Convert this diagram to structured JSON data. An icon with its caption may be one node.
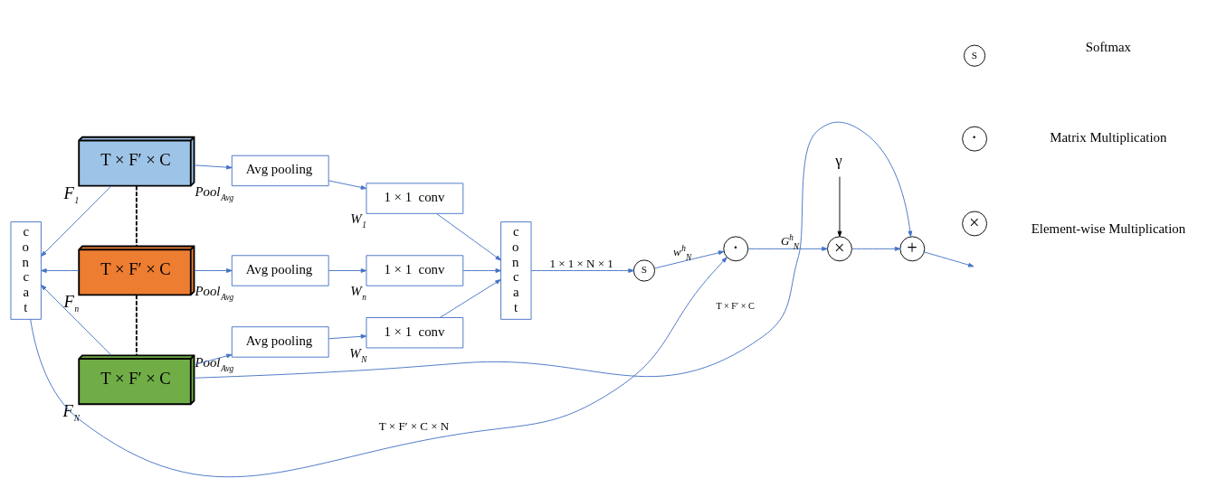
{
  "diagram": {
    "nodes": [
      {
        "text": [
          "T × F′ × C"
        ],
        "beside": [
          "F$_{1}$"
        ]
      },
      {
        "text": [
          "T × F′ × C"
        ],
        "beside": [
          "F$_{n}$"
        ]
      },
      {
        "text": [
          "T × F′ × C"
        ],
        "beside": [
          "F$_{N}$"
        ]
      },
      {
        "text": [
          "concat"
        ]
      },
      {
        "text": [
          "Avg pooling"
        ],
        "beside": [
          "Pool$_{Avg}$"
        ]
      },
      {
        "text": [
          "Avg pooling"
        ],
        "beside": [
          "Pool$_{Avg}$"
        ]
      },
      {
        "text": [
          "Avg pooling"
        ],
        "beside": [
          "Pool$_{Avg}$"
        ]
      },
      {
        "text": [
          "1 × 1  conv"
        ],
        "beside": [
          "W$_{1}$"
        ]
      },
      {
        "text": [
          "1 × 1  conv"
        ],
        "beside": [
          "W$_{n}$"
        ]
      },
      {
        "text": [
          "1 × 1  conv"
        ],
        "beside": [
          "W$_{N}$"
        ]
      },
      {
        "text": [
          "concat"
        ]
      },
      {
        "text": [
          "S"
        ]
      },
      {
        "text": [
          "·"
        ]
      },
      {
        "text": [
          "×"
        ]
      },
      {
        "text": [
          "+"
        ]
      },
      {
        "text": [
          "γ"
        ]
      },
      {
        "text": [
          "S"
        ]
      },
      {
        "text": [
          "·"
        ]
      },
      {
        "text": [
          "×"
        ]
      }
    ],
    "edges": [
      {
        "from": 0,
        "to": 3,
        "arrow": "to"
      },
      {
        "from": 1,
        "to": 3,
        "arrow": "to"
      },
      {
        "from": 2,
        "to": 3,
        "arrow": "to"
      },
      {
        "from": 0,
        "to": 1,
        "arrow": "none",
        "style": "dashed",
        "color": "#000000"
      },
      {
        "from": 1,
        "to": 2,
        "arrow": "none",
        "style": "dashed",
        "color": "#000000"
      },
      {
        "from": 3,
        "to": 12,
        "arrow": "to",
        "label": "T × F′ × C × N"
      },
      {
        "from": 0,
        "to": 4,
        "arrow": "to"
      },
      {
        "from": 1,
        "to": 5,
        "arrow": "to"
      },
      {
        "from": 2,
        "to": 6,
        "arrow": "to"
      },
      {
        "from": 4,
        "to": 7,
        "arrow": "to"
      },
      {
        "from": 5,
        "to": 8,
        "arrow": "to"
      },
      {
        "from": 6,
        "to": 9,
        "arrow": "to"
      },
      {
        "from": 7,
        "to": 10,
        "arrow": "to"
      },
      {
        "from": 8,
        "to": 10,
        "arrow": "to"
      },
      {
        "from": 9,
        "to": 10,
        "arrow": "to"
      },
      {
        "from": 10,
        "to": 11,
        "arrow": "to",
        "label": "1 × 1 × N × 1"
      },
      {
        "from": 11,
        "to": 12,
        "arrow": "to",
        "label": "w$^{h}$$_{N}$"
      },
      {
        "from": 12,
        "to": 13,
        "arrow": "to",
        "label": "G$^{h}$$_{N}$"
      },
      {
        "from": 15,
        "to": 13,
        "arrow": "to",
        "color": "#000000"
      },
      {
        "from": 13,
        "to": 14,
        "arrow": "to"
      },
      {
        "from": 14,
        "to": null,
        "arrow": "to"
      },
      {
        "from": 2,
        "to": 14,
        "arrow": "to"
      }
    ],
    "labels": [
      "T × F′ × C"
    ],
    "legend": [
      {
        "text": "Softmax"
      },
      {
        "text": "Matrix Multiplication"
      },
      {
        "text": "Element-wise Multiplication"
      }
    ]
  }
}
